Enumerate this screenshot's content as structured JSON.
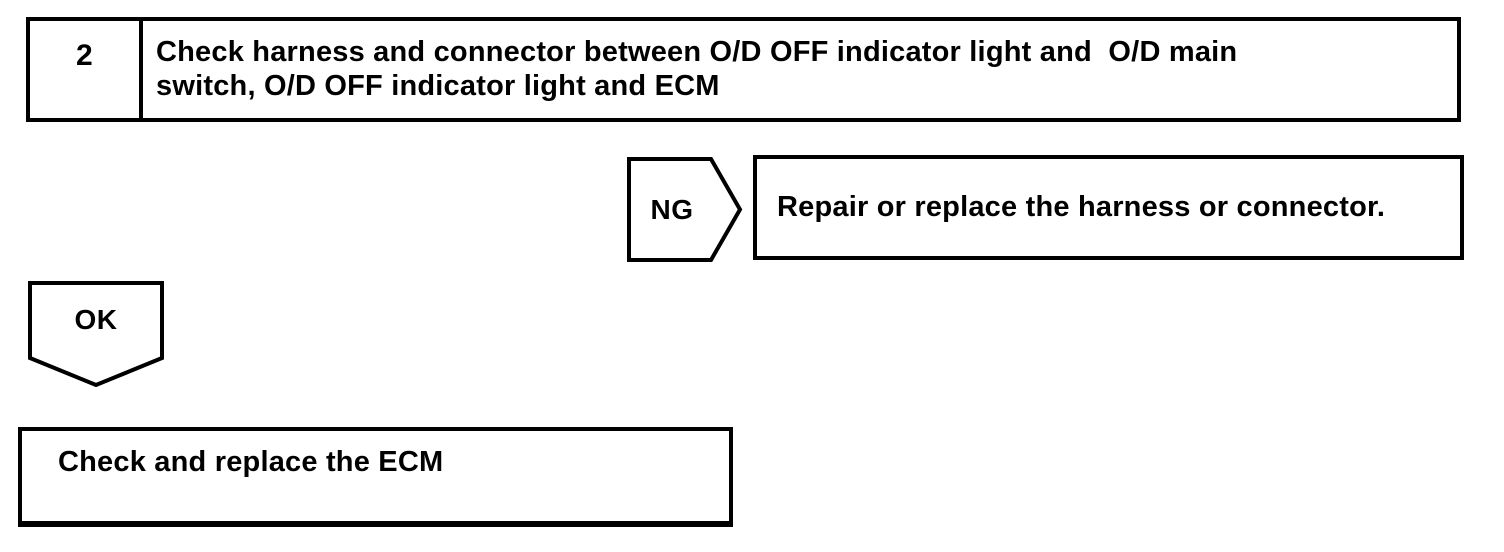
{
  "page": {
    "background_color": "#ffffff",
    "ink_color": "#000000"
  },
  "flowchart": {
    "step_box": {
      "number": "2",
      "instruction": "Check harness and connector between O/D OFF indicator light and  O/D main\nswitch, O/D OFF indicator light and ECM"
    },
    "ng_branch": {
      "connector_label": "NG",
      "action": "Repair or replace the harness or connector."
    },
    "ok_branch": {
      "connector_label": "OK",
      "action": "Check and replace the ECM"
    }
  }
}
